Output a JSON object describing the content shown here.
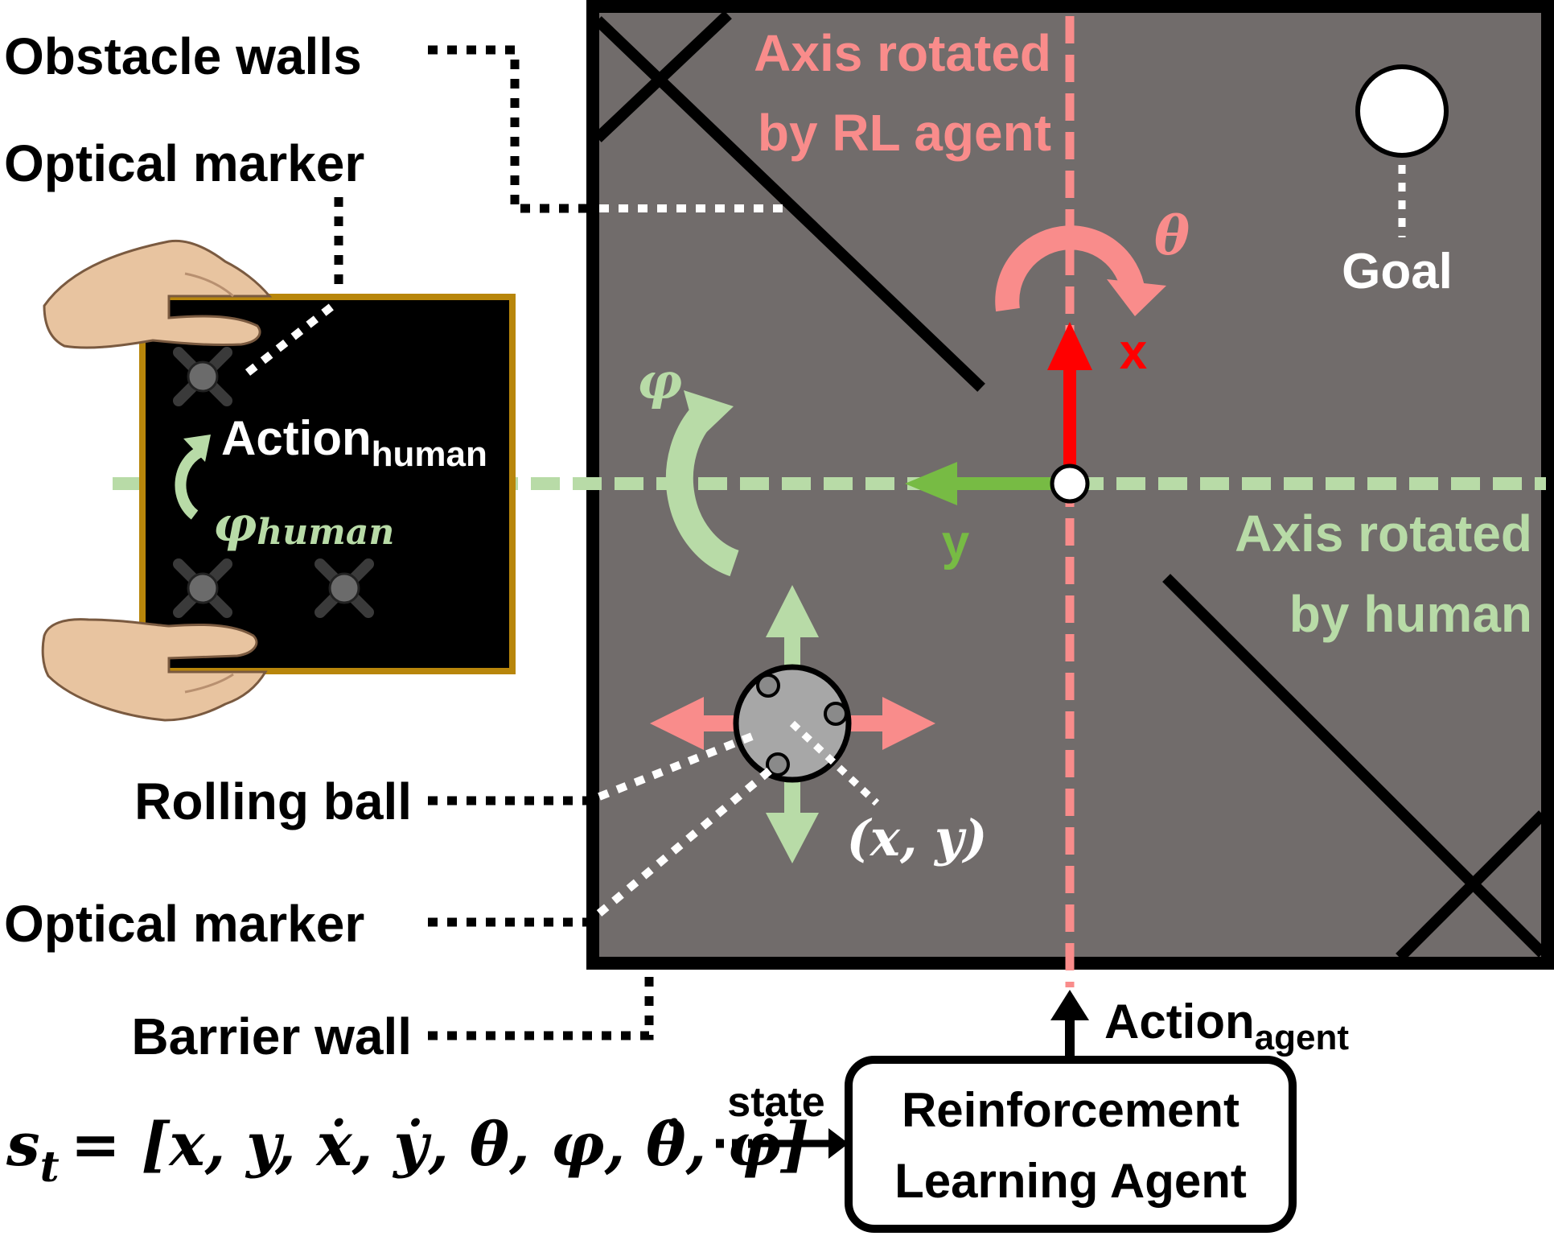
{
  "labels": {
    "obstacle_walls": "Obstacle walls",
    "optical_marker_top": "Optical marker",
    "rolling_ball": "Rolling ball",
    "optical_marker_bottom": "Optical marker",
    "barrier_wall": "Barrier wall",
    "axis_rl_line1": "Axis rotated",
    "axis_rl_line2": "by RL agent",
    "axis_human_line1": "Axis rotated",
    "axis_human_line2": "by human",
    "goal": "Goal",
    "theta": "θ",
    "phi": "φ",
    "x_arrow": "x",
    "y_arrow": "y",
    "action_human_main": "Action",
    "action_human_sub": "human",
    "phi_human_main": "φ",
    "phi_human_sub": "human",
    "position": "(x, y)",
    "action_agent_main": "Action",
    "action_agent_sub": "agent",
    "state": "state",
    "agent_box_line1": "Reinforcement",
    "agent_box_line2": "Learning Agent",
    "state_vector_lhs": "s",
    "state_vector_sub": "t",
    "state_vector_rhs": "= [x, y, ẋ, ẏ, θ, φ, θ̇, φ̇]"
  },
  "colors": {
    "board": "#716c6b",
    "rl_axis": "#f98c8b",
    "human_axis": "#b8dba7",
    "x_arrow": "#ff0000",
    "y_arrow": "#77bb44",
    "controller_frame": "#b8860b",
    "controller_body": "#000000",
    "ball": "#a7a7a7"
  }
}
